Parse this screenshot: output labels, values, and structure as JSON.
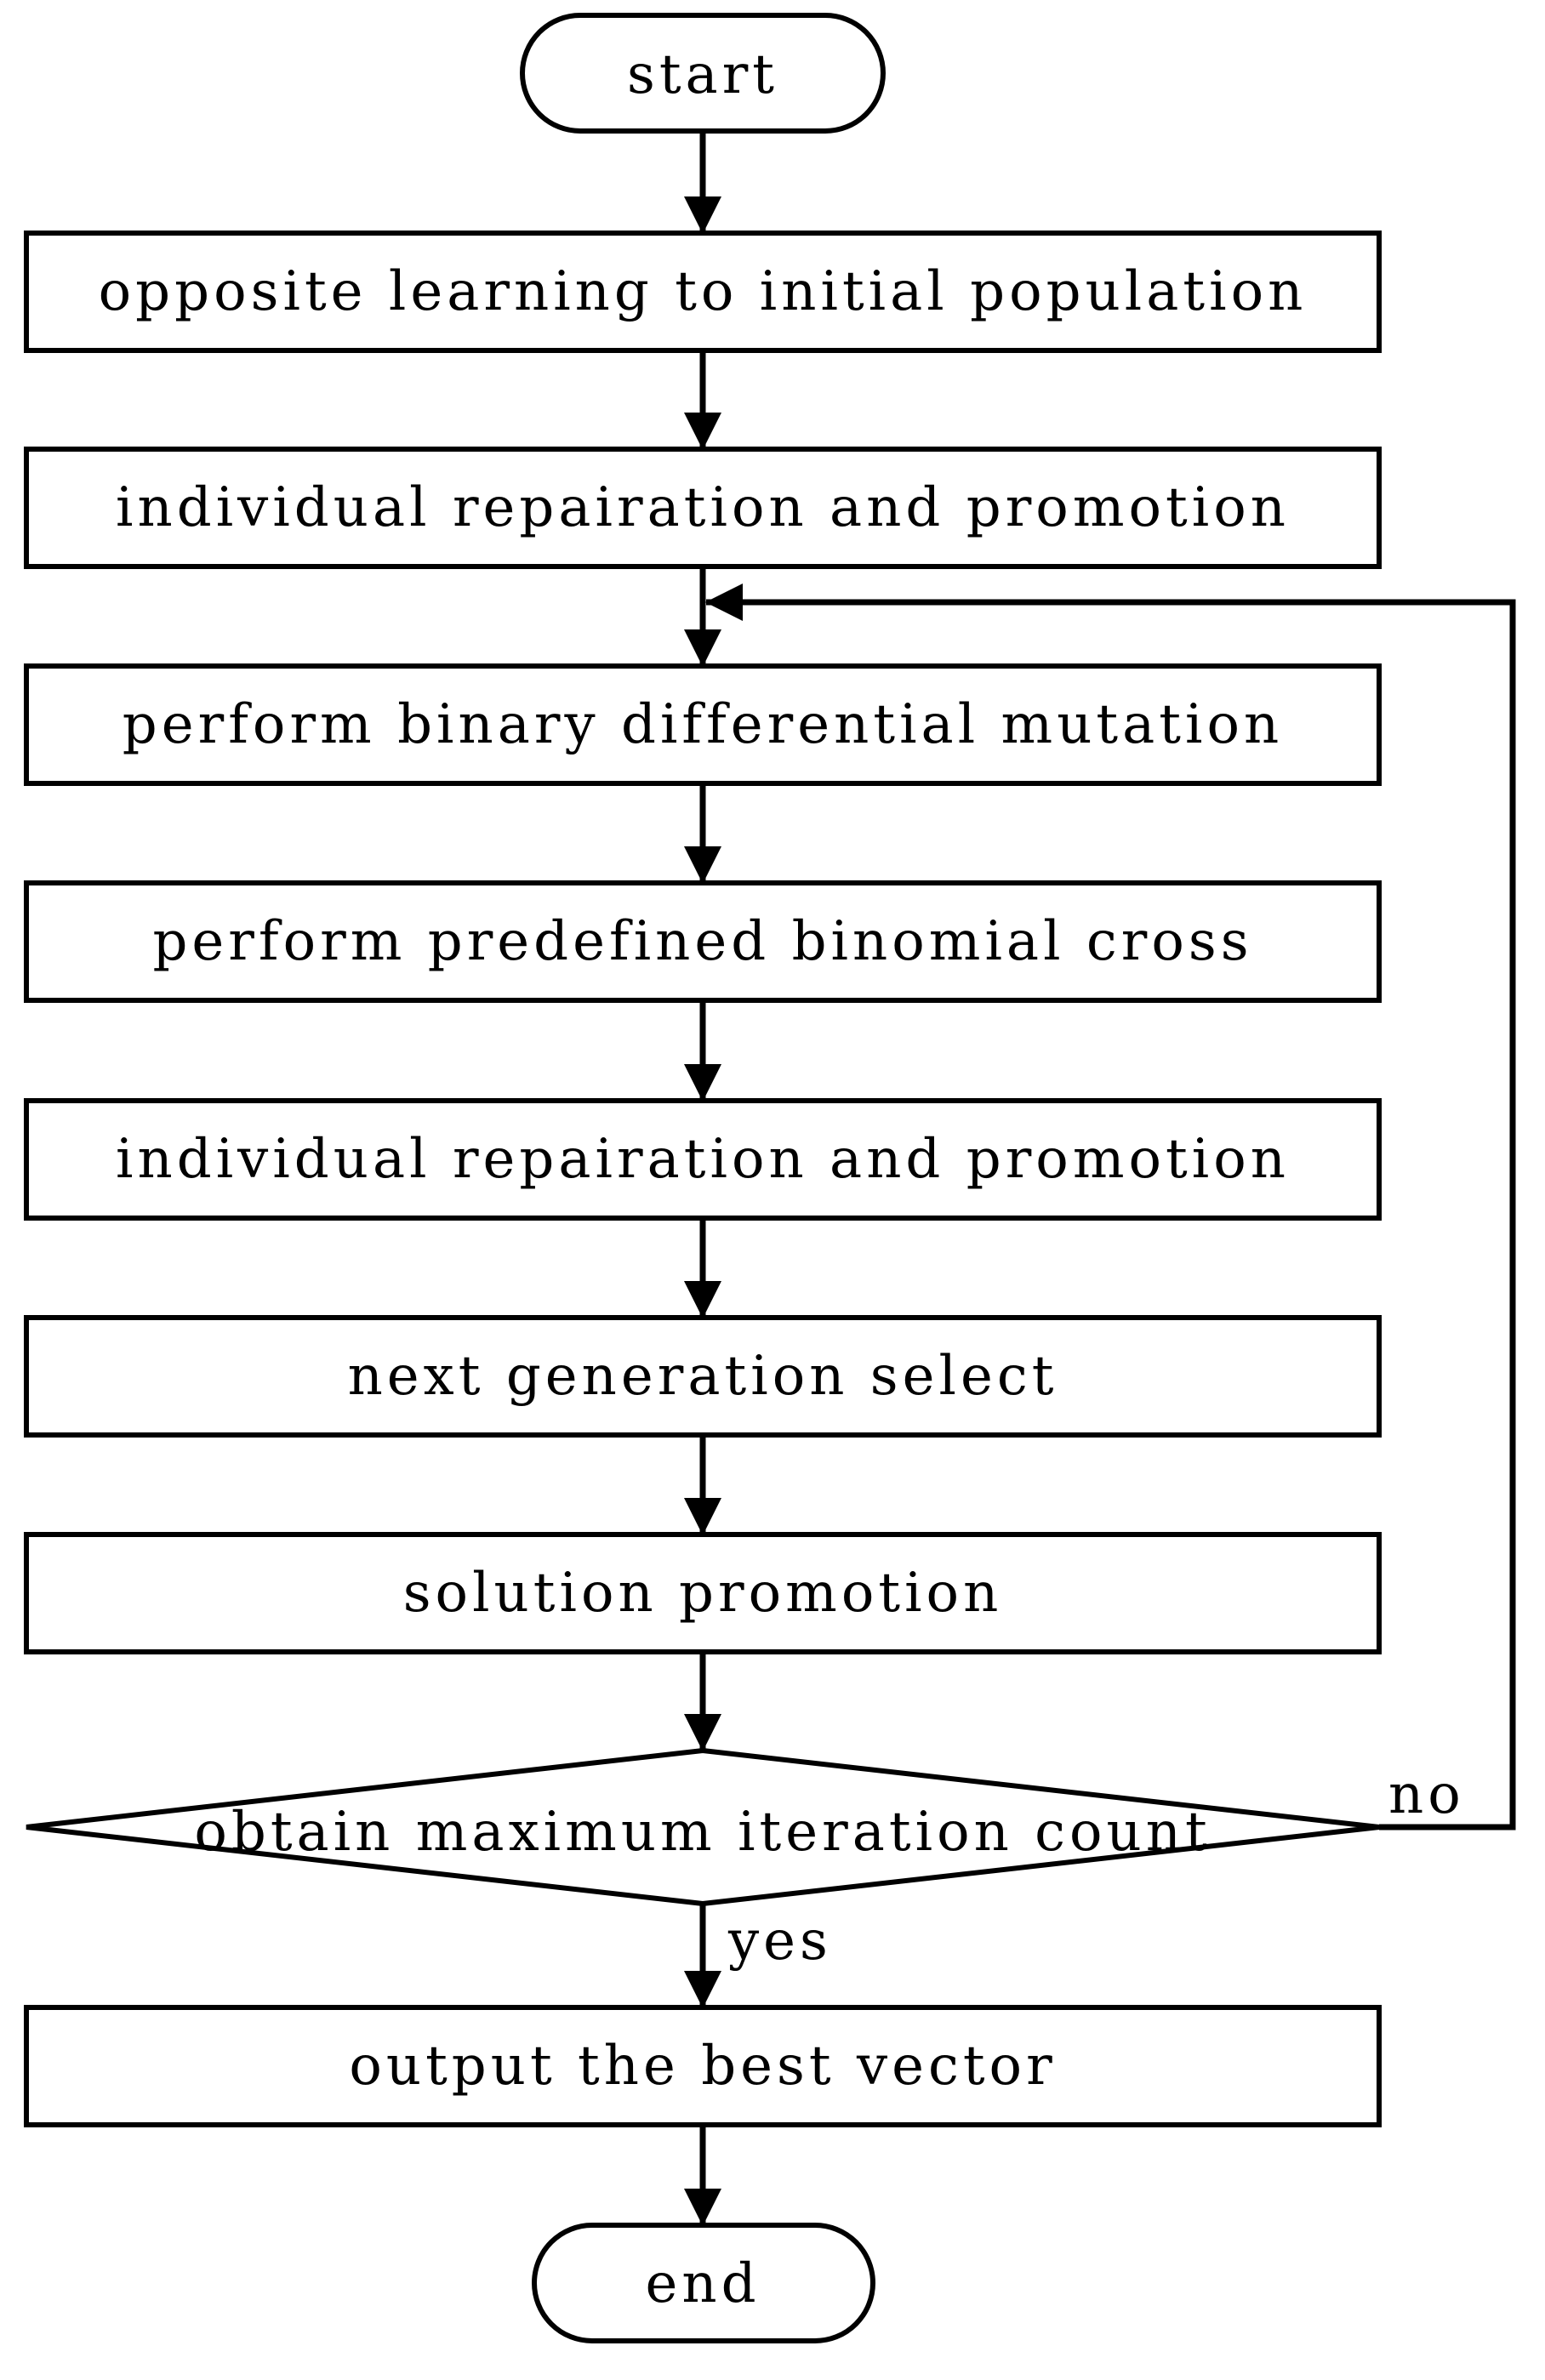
{
  "flowchart": {
    "start": "start",
    "steps": [
      "opposite learning to initial population",
      "individual repairation and promotion",
      "perform binary differential mutation",
      "perform predefined binomial cross",
      "individual repairation and promotion",
      "next generation select",
      "solution promotion"
    ],
    "decision": "obtain maximum iteration count",
    "no_label": "no",
    "yes_label": "yes",
    "output": "output the best vector",
    "end": "end"
  },
  "colors": {
    "stroke": "#000000",
    "background": "#ffffff"
  }
}
